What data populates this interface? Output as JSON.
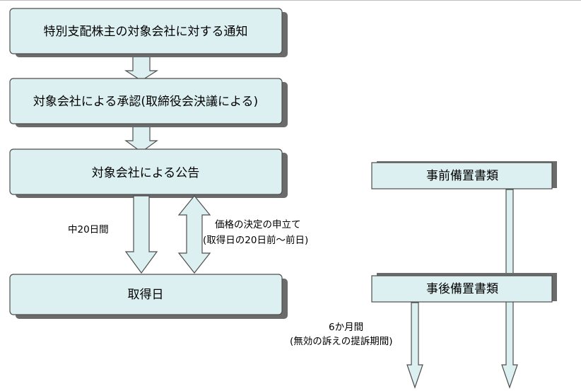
{
  "colors": {
    "fill": "#dcf0f2",
    "stroke": "#4d4d4d",
    "shadow": "#6b6b6b"
  },
  "boxes": {
    "notice": "特別支配株主の対象会社に対する通知",
    "approval": "対象会社による承認(取締役会決議による)",
    "announcement": "対象会社による公告",
    "acquisition": "取得日",
    "pre_docs": "事前備置書類",
    "post_docs": "事後備置書類"
  },
  "labels": {
    "interval": "中20日間",
    "price_petition_line1": "価格の決定の申立て",
    "price_petition_line2": "(取得日の20日前～前日)",
    "period_line1": "6か月間",
    "period_line2": "(無効の訴えの提訴期間)"
  }
}
